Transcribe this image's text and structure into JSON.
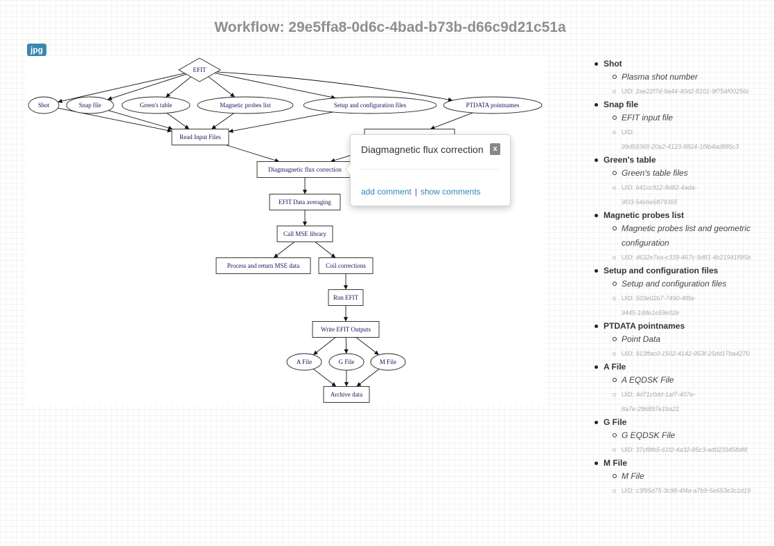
{
  "title": "Workflow: 29e5ffa8-0d6c-4bad-b73b-d66c9d21c51a",
  "badge": "jpg",
  "diagram": {
    "nodes": [
      {
        "id": "efit",
        "label": "EFIT",
        "shape": "diamond"
      },
      {
        "id": "shot",
        "label": "Shot",
        "shape": "ellipse"
      },
      {
        "id": "snap",
        "label": "Snap file",
        "shape": "ellipse"
      },
      {
        "id": "greens",
        "label": "Green's table",
        "shape": "ellipse"
      },
      {
        "id": "magprobes",
        "label": "Magnetic probes list",
        "shape": "ellipse"
      },
      {
        "id": "setup",
        "label": "Setup and configuration files",
        "shape": "ellipse"
      },
      {
        "id": "ptdata",
        "label": "PTDATA pointnames",
        "shape": "ellipse"
      },
      {
        "id": "readinput",
        "label": "Read Input Files",
        "shape": "box"
      },
      {
        "id": "hidden",
        "label": "",
        "shape": "box"
      },
      {
        "id": "diamag",
        "label": "Diagmagnetic flux correction",
        "shape": "box"
      },
      {
        "id": "avg",
        "label": "EFIT Data averaging",
        "shape": "box"
      },
      {
        "id": "mse",
        "label": "Call MSE library",
        "shape": "box"
      },
      {
        "id": "procmse",
        "label": "Process and return MSE data",
        "shape": "box"
      },
      {
        "id": "coil",
        "label": "Coil corrections",
        "shape": "box"
      },
      {
        "id": "run",
        "label": "Run EFIT",
        "shape": "box"
      },
      {
        "id": "write",
        "label": "Write EFIT Outputs",
        "shape": "box"
      },
      {
        "id": "afile",
        "label": "A File",
        "shape": "ellipse"
      },
      {
        "id": "gfile",
        "label": "G File",
        "shape": "ellipse"
      },
      {
        "id": "mfile",
        "label": "M File",
        "shape": "ellipse"
      },
      {
        "id": "archive",
        "label": "Archive data",
        "shape": "box"
      }
    ],
    "edges": [
      [
        "efit",
        "shot"
      ],
      [
        "efit",
        "snap"
      ],
      [
        "efit",
        "greens"
      ],
      [
        "efit",
        "magprobes"
      ],
      [
        "efit",
        "setup"
      ],
      [
        "efit",
        "ptdata"
      ],
      [
        "shot",
        "readinput"
      ],
      [
        "snap",
        "readinput"
      ],
      [
        "greens",
        "readinput"
      ],
      [
        "magprobes",
        "readinput"
      ],
      [
        "setup",
        "readinput"
      ],
      [
        "ptdata",
        "hidden"
      ],
      [
        "readinput",
        "diamag"
      ],
      [
        "hidden",
        "diamag"
      ],
      [
        "diamag",
        "avg"
      ],
      [
        "avg",
        "mse"
      ],
      [
        "mse",
        "procmse"
      ],
      [
        "mse",
        "coil"
      ],
      [
        "coil",
        "run"
      ],
      [
        "run",
        "write"
      ],
      [
        "write",
        "afile"
      ],
      [
        "write",
        "gfile"
      ],
      [
        "write",
        "mfile"
      ],
      [
        "afile",
        "archive"
      ],
      [
        "gfile",
        "archive"
      ],
      [
        "mfile",
        "archive"
      ]
    ]
  },
  "popover": {
    "title": "Diagmagnetic flux correction",
    "close": "x",
    "add_comment": "add comment",
    "separator": "|",
    "show_comments": "show comments"
  },
  "info": {
    "uid_label": "UID:",
    "items": [
      {
        "name": "Shot",
        "description": "Plasma shot number",
        "uid_lines": [
          "2ae22f7d-9a44-40d2-8101-9f754f00256c"
        ]
      },
      {
        "name": "Snap file",
        "description": "EFIT input file",
        "uid_lines": [
          "",
          "99d59368-20a2-4123-8824-1f9b4ad885c3"
        ]
      },
      {
        "name": "Green's table",
        "description": "Green's table files",
        "uid_lines": [
          "b41cc912-8d82-4ada-",
          "9f33-54ebe6879365"
        ]
      },
      {
        "name": "Magnetic probes list",
        "description": "Magnetic probes list and geometric configuration",
        "uid_lines": [
          "d632e7ea-c339-467c-9d81-4b21941f9f5b"
        ]
      },
      {
        "name": "Setup and configuration files",
        "description": "Setup and configuration files",
        "uid_lines": [
          "503e02b7-7490-4f8a-",
          "9445-1dde1e59e02e"
        ]
      },
      {
        "name": "PTDATA pointnames",
        "description": "Point Data",
        "uid_lines": [
          "913ffac0-1502-4142-953f-25dd17ba4270"
        ]
      },
      {
        "name": "A File",
        "description": "A EQDSK File",
        "uid_lines": [
          "4d71c0dd-1af7-407e-",
          "8a7e-296897e1ba21"
        ]
      },
      {
        "name": "G File",
        "description": "G EQDSK File",
        "uid_lines": [
          "37cf8fb5-61f2-4a32-85c3-ad023345fb88"
        ]
      },
      {
        "name": "M File",
        "description": "M File",
        "uid_lines": [
          "c3f95d75-3c98-4f4a-a7b9-5e653e3c1d19"
        ]
      }
    ]
  }
}
